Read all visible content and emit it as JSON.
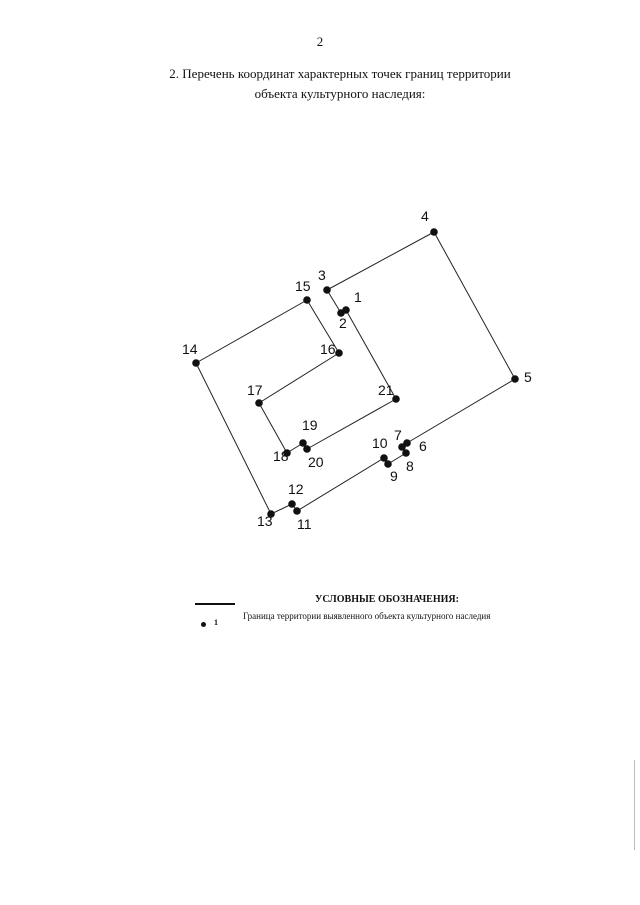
{
  "page": {
    "number": "2",
    "heading_line1": "2. Перечень координат характерных точек границ территории",
    "heading_line2": "объекта культурного наследия:"
  },
  "points": [
    {
      "label": "1"
    },
    {
      "label": "2"
    },
    {
      "label": "3"
    },
    {
      "label": "4"
    },
    {
      "label": "5"
    },
    {
      "label": "6"
    },
    {
      "label": "7"
    },
    {
      "label": "8"
    },
    {
      "label": "9"
    },
    {
      "label": "10"
    },
    {
      "label": "11"
    },
    {
      "label": "12"
    },
    {
      "label": "13"
    },
    {
      "label": "14"
    },
    {
      "label": "15"
    },
    {
      "label": "16"
    },
    {
      "label": "17"
    },
    {
      "label": "18"
    },
    {
      "label": "19"
    },
    {
      "label": "20"
    },
    {
      "label": "21"
    }
  ],
  "legend": {
    "title": "УСЛОВНЫЕ ОБОЗНАЧЕНИЯ:",
    "line_label": "Граница территории выявленного объекта культурного наследия",
    "point_label": "1"
  }
}
